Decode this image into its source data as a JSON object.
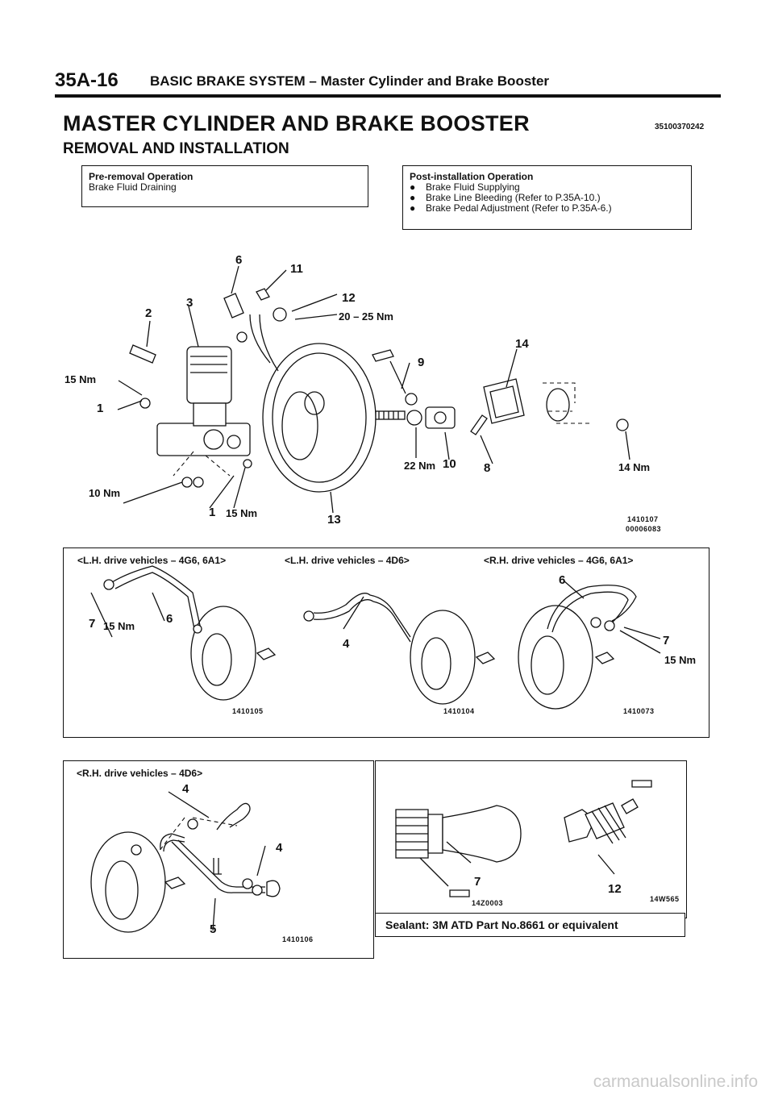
{
  "header": {
    "page_code": "35A-16",
    "section": "BASIC BRAKE SYSTEM – Master Cylinder and Brake Booster"
  },
  "title": "MASTER CYLINDER AND BRAKE BOOSTER",
  "doc_number": "35100370242",
  "subtitle": "REMOVAL AND INSTALLATION",
  "pre_removal": {
    "heading": "Pre-removal Operation",
    "items": [
      "Brake Fluid Draining"
    ]
  },
  "post_installation": {
    "heading": "Post-installation Operation",
    "bullet": "●",
    "items": [
      "Brake Fluid Supplying",
      "Brake Line Bleeding (Refer to P.35A-10.)",
      "Brake Pedal Adjustment (Refer to P.35A-6.)"
    ]
  },
  "main_diagram": {
    "labels": {
      "n1a": "1",
      "n1b": "1",
      "n2": "2",
      "n3": "3",
      "n6": "6",
      "n8": "8",
      "n9": "9",
      "n10": "10",
      "n11": "11",
      "n12": "12",
      "n13": "13",
      "n14": "14"
    },
    "torques": {
      "t12": "20 – 25 Nm",
      "t15a": "15 Nm",
      "t10": "10 Nm",
      "t15b": "15 Nm",
      "t22": "22 Nm",
      "t14": "14 Nm"
    },
    "fig_code_1": "1410107",
    "fig_code_2": "00006083"
  },
  "variants": {
    "lh_4g6": {
      "heading": "<L.H. drive vehicles – 4G6, 6A1>",
      "n7": "7",
      "torque": "15 Nm",
      "n6": "6",
      "code": "1410105"
    },
    "lh_4d6": {
      "heading": "<L.H. drive vehicles – 4D6>",
      "n4": "4",
      "code": "1410104"
    },
    "rh_4g6": {
      "heading": "<R.H. drive vehicles – 4G6, 6A1>",
      "n6": "6",
      "n7": "7",
      "torque": "15 Nm",
      "code": "1410073"
    },
    "rh_4d6": {
      "heading": "<R.H. drive vehicles – 4D6>",
      "n4a": "4",
      "n4b": "4",
      "n5": "5",
      "code": "1410106"
    }
  },
  "sensor_panel": {
    "n7": "7",
    "n12": "12",
    "code_left": "14Z0003",
    "code_right": "14W565",
    "sealant": "Sealant: 3M ATD Part No.8661 or equivalent"
  },
  "watermark": "carmanualsonline.info"
}
